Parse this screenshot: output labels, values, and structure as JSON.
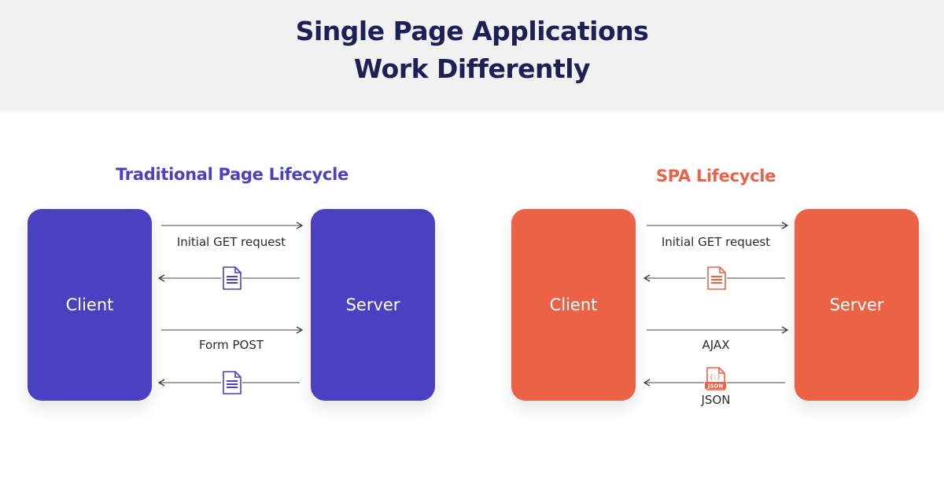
{
  "header": {
    "title_line1": "Single Page Applications",
    "title_line2": "Work Differently"
  },
  "traditional": {
    "title": "Traditional Page Lifecycle",
    "client": "Client",
    "server": "Server",
    "messages": [
      "Initial GET request",
      "Form POST"
    ],
    "icons": [
      "document-icon",
      "document-icon"
    ]
  },
  "spa": {
    "title": "SPA Lifecycle",
    "client": "Client",
    "server": "Server",
    "messages": [
      "Initial GET request",
      "AJAX",
      "JSON"
    ],
    "icon_text": "JSON",
    "icons": [
      "document-icon",
      "json-file-icon"
    ]
  },
  "colors": {
    "title_navy": "#1c2054",
    "traditional_purple": "#4a41c2",
    "spa_coral": "#ec6247",
    "header_bg": "#f1f1f1"
  }
}
